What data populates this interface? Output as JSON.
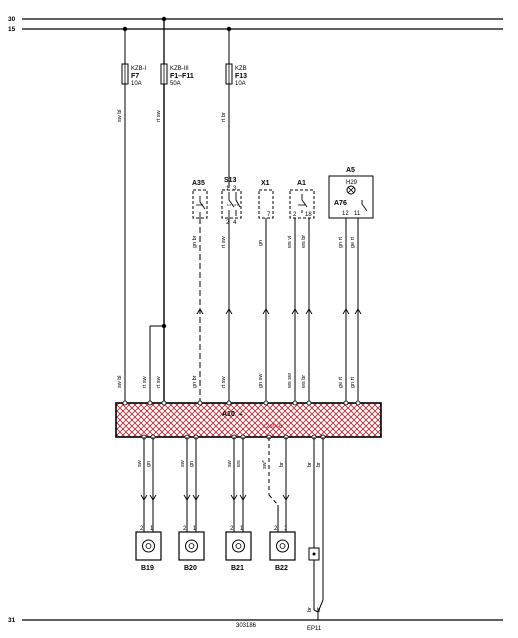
{
  "rails": {
    "r30": "30",
    "r15": "15",
    "r31": "31"
  },
  "fuses": [
    {
      "box": "KZB-I",
      "name": "F7",
      "rating": "10A"
    },
    {
      "box": "KZB-III",
      "name": "F1–F11",
      "rating": "50A"
    },
    {
      "box": "KZB",
      "name": "F13",
      "rating": "10A"
    }
  ],
  "components": {
    "a35": "A35",
    "s13": "S13",
    "x1": "X1",
    "a1": "A1",
    "a5": "A5",
    "h29": "H29",
    "a76": "A76",
    "a10": "A10",
    "b19": "B19",
    "b20": "B20",
    "b21": "B21",
    "b22": "B22",
    "ep11": "EP11"
  },
  "pins": {
    "s13": [
      "1",
      "3",
      "2",
      "4"
    ],
    "x1": "7",
    "a1": [
      "2",
      "18"
    ],
    "a76": [
      "12",
      "11"
    ],
    "sensor": [
      "2",
      "1"
    ]
  },
  "wires": {
    "upper": [
      "sw bl",
      "rt sw",
      "rt br",
      "gn br",
      "rt sw",
      "gn",
      "ws vi",
      "ws br",
      "gn rt",
      "ge rt"
    ],
    "lower": [
      "sw bl",
      "rt sw",
      "rt sw",
      "gn br",
      "rt sw",
      "gn sw",
      "ws sw",
      "ws br",
      "ge rt",
      "gn rt"
    ],
    "bottom": [
      "sw",
      "gn",
      "sw",
      "gn",
      "sw",
      "ws",
      "sw",
      "br",
      "br",
      "br"
    ],
    "return": [
      "br",
      "br"
    ]
  },
  "notes": {
    "a10_tag": "Y2d9s6",
    "sw_star": "sw*"
  },
  "footer": {
    "drawing_no": "303186"
  }
}
